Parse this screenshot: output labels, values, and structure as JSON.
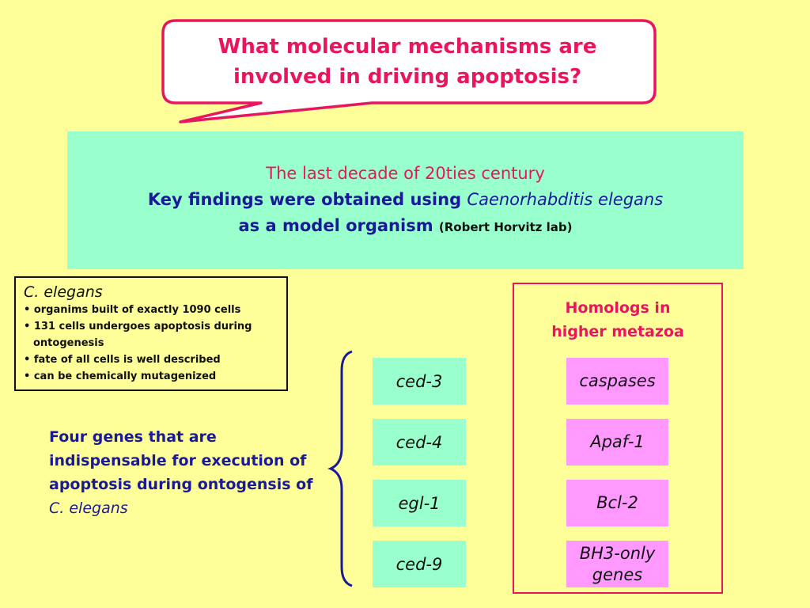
{
  "bubble": {
    "line1": "What molecular mechanisms are",
    "line2": "involved in driving apoptosis?"
  },
  "header": {
    "line1": "The last decade of 20ties century",
    "line2_prefix": "Key findings were  obtained using ",
    "line2_species": "Caenorhabditis elegans",
    "line3_prefix": "as a model organism ",
    "line3_lab": "(Robert Horvitz lab)"
  },
  "facts": {
    "title": "C. elegans",
    "items": [
      "organims built of exactly 1090 cells",
      "131 cells undergoes apoptosis during ontogenesis",
      "fate of all cells is well described",
      "can be chemically mutagenized"
    ]
  },
  "four_genes": {
    "text": "Four genes that are indispensable for execution of apoptosis during ontogensis of ",
    "species": "C. elegans"
  },
  "genes": [
    "ced-3",
    "ced-4",
    "egl-1",
    "ced-9"
  ],
  "homologs": {
    "title_line1": "Homologs in",
    "title_line2": "higher metazoa",
    "items": [
      "caspases",
      "Apaf-1",
      "Bcl-2",
      "BH3-only genes"
    ]
  },
  "colors": {
    "background": "#ffff99",
    "accent_red": "#e8165f",
    "text_blue": "#1a1a99",
    "green_box": "#99ffcc",
    "pink_box": "#ff99ff"
  }
}
